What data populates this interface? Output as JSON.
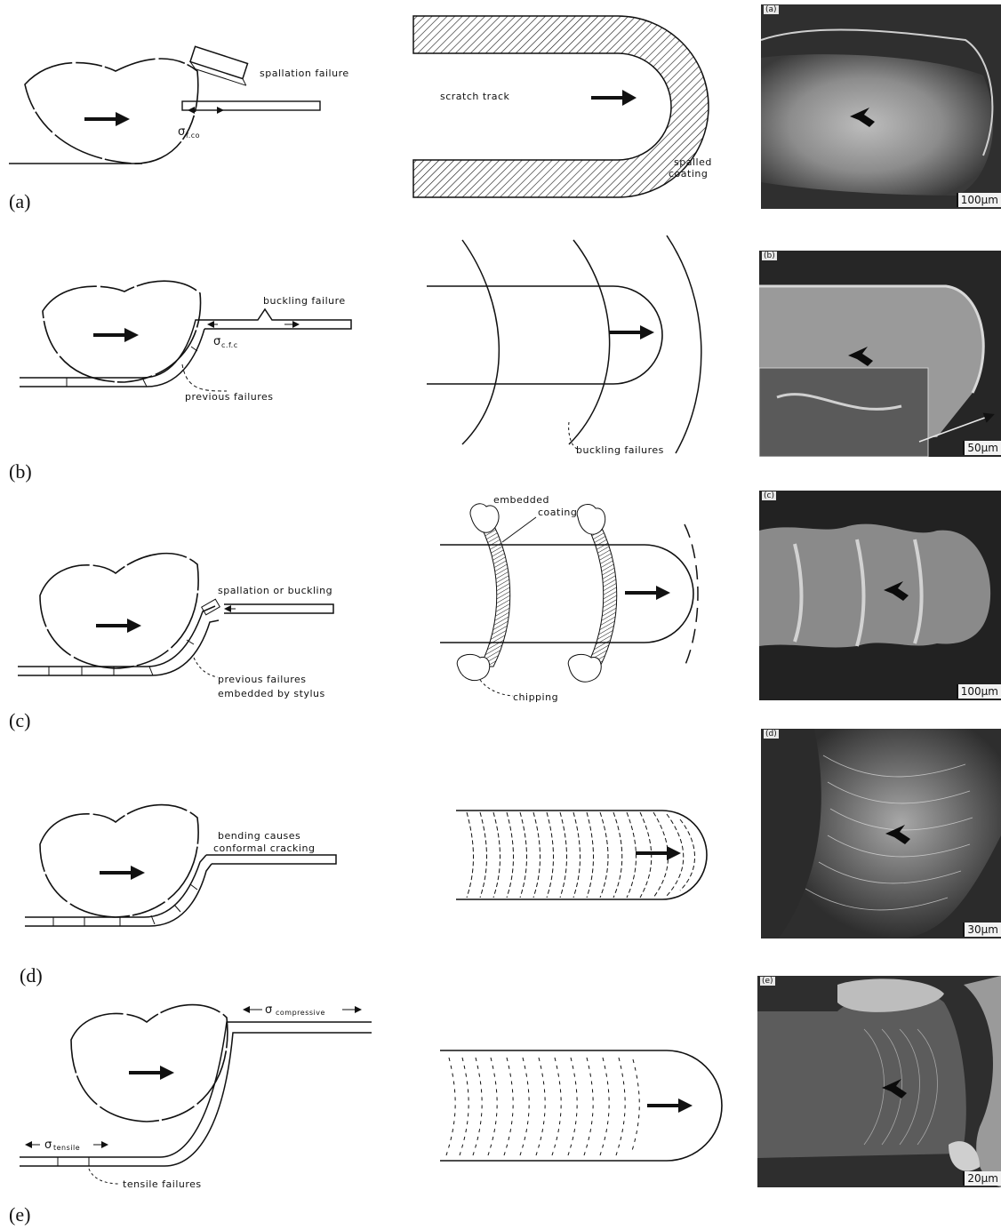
{
  "rows": [
    {
      "label": "(a)",
      "micro_tag": "(a)",
      "scale_bar": "100µm",
      "labels": {
        "spallation_failure": "spallation failure",
        "stress": "σ",
        "stress_sub": "f.co",
        "scratch_track": "scratch track",
        "spalled": "spalled",
        "coating": "coating"
      }
    },
    {
      "label": "(b)",
      "micro_tag": "(b)",
      "scale_bar": "50µm",
      "labels": {
        "buckling_failure": "buckling failure",
        "stress": "σ",
        "stress_sub": "c.f.c",
        "previous_failures": "previous failures",
        "buckling_failures": "buckling failures"
      }
    },
    {
      "label": "(c)",
      "micro_tag": "(c)",
      "scale_bar": "100µm",
      "labels": {
        "spallation_or_buckling": "spallation or buckling",
        "previous_failures": "previous failures",
        "embedded_by_stylus": "embedded by stylus",
        "embedded": "embedded",
        "coating": "coating",
        "chipping": "chipping"
      }
    },
    {
      "label": "(d)",
      "micro_tag": "(d)",
      "scale_bar": "30µm",
      "labels": {
        "bending_causes": "bending causes",
        "conformal_cracking": "conformal cracking"
      }
    },
    {
      "label": "(e)",
      "micro_tag": "(e)",
      "scale_bar": "20µm",
      "labels": {
        "stress_comp": "σ",
        "stress_comp_sub": "compressive",
        "stress_tens": "σ",
        "stress_tens_sub": "tensile",
        "tensile_failures": "tensile failures"
      }
    }
  ],
  "colors": {
    "ink": "#111111",
    "micrograph_dark": "#3a3a3a",
    "micrograph_light": "#cfcfcf"
  }
}
